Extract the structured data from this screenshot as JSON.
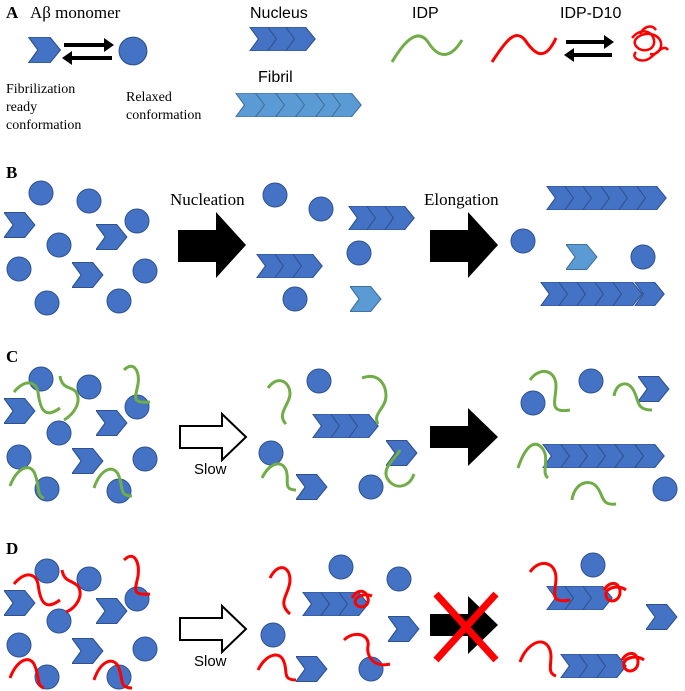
{
  "colors": {
    "monomer_blue": "#4472c4",
    "monomer_edge": "#2f528f",
    "fibril_light": "#5b9bd5",
    "idp_green": "#70ad47",
    "idp_red": "#ff0000",
    "arrow_black": "#000000"
  },
  "panels": {
    "A": "A",
    "B": "B",
    "C": "C",
    "D": "D"
  },
  "legend": {
    "abeta_monomer": "Aβ monomer",
    "nucleus": "Nucleus",
    "idp": "IDP",
    "idp_d10": "IDP-D10",
    "fibril": "Fibril",
    "fibrilization_line1": "Fibrilization",
    "fibrilization_line2": "ready",
    "fibrilization_line3": "conformation",
    "relaxed_line1": "Relaxed",
    "relaxed_line2": "conformation"
  },
  "steps": {
    "nucleation": "Nucleation",
    "elongation": "Elongation",
    "slow_c": "Slow",
    "slow_d": "Slow"
  },
  "icons": {
    "blocked": "red-x-icon",
    "equilibrium": "double-arrow-icon"
  }
}
